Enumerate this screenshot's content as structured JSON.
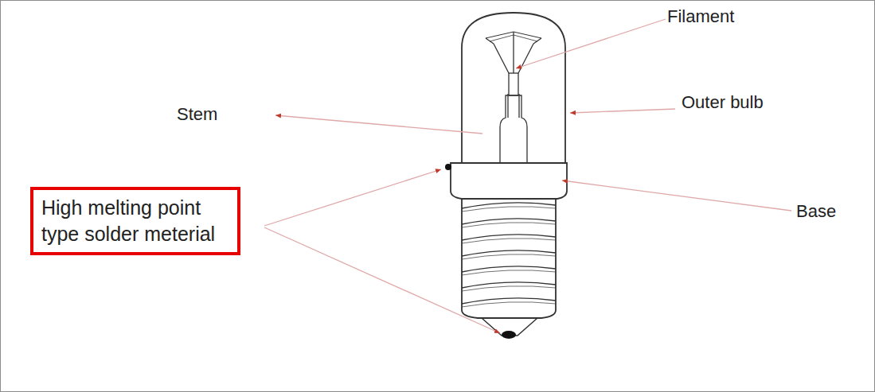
{
  "diagram": {
    "nodes": [
      {
        "text": [
          "High melting point type solder meterial"
        ]
      }
    ],
    "labels": [
      "Filament",
      "Stem",
      "Outer bulb",
      "Base"
    ]
  }
}
